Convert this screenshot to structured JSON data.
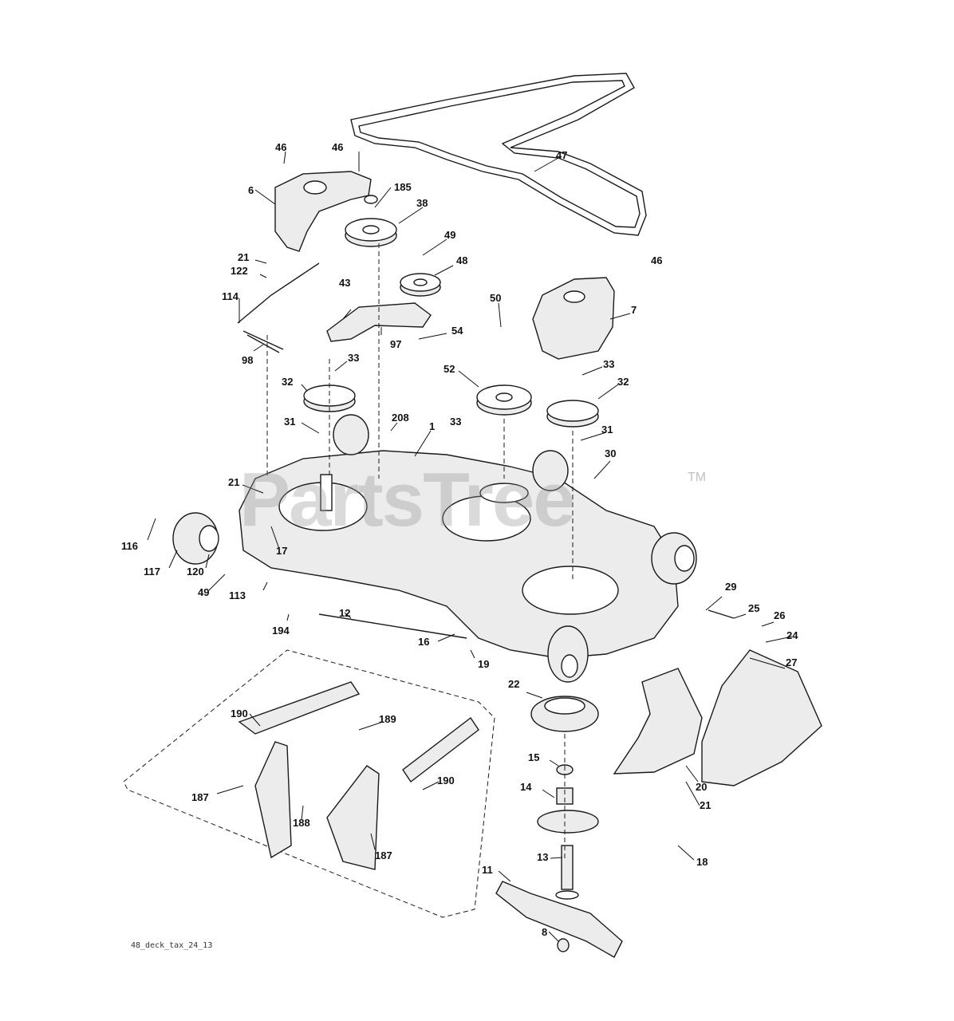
{
  "diagram": {
    "watermark": "PartsTree",
    "watermark_mark": "TM",
    "footer_code": "48_deck_tax_24_13",
    "callouts": {
      "c46a": "46",
      "c46b": "46",
      "c46c": "46",
      "c6": "6",
      "c185": "185",
      "c38": "38",
      "c47": "47",
      "c49a": "49",
      "c48": "48",
      "c21a": "21",
      "c122": "122",
      "c114": "114",
      "c43": "43",
      "c97": "97",
      "c54": "54",
      "c50": "50",
      "c7": "7",
      "c98": "98",
      "c33a": "33",
      "c33b": "33",
      "c33c": "33",
      "c32a": "32",
      "c32b": "32",
      "c52": "52",
      "c31a": "31",
      "c31b": "31",
      "c208": "208",
      "c1": "1",
      "c30": "30",
      "c21b": "21",
      "c116": "116",
      "c17": "17",
      "c117": "117",
      "c120": "120",
      "c49b": "49",
      "c113": "113",
      "c194": "194",
      "c12": "12",
      "c16": "16",
      "c19": "19",
      "c29": "29",
      "c25": "25",
      "c26": "26",
      "c24": "24",
      "c27": "27",
      "c22": "22",
      "c190a": "190",
      "c189": "189",
      "c190b": "190",
      "c187a": "187",
      "c188": "188",
      "c187b": "187",
      "c15": "15",
      "c14": "14",
      "c20": "20",
      "c21c": "21",
      "c18": "18",
      "c13": "13",
      "c11": "11",
      "c8": "8"
    }
  }
}
